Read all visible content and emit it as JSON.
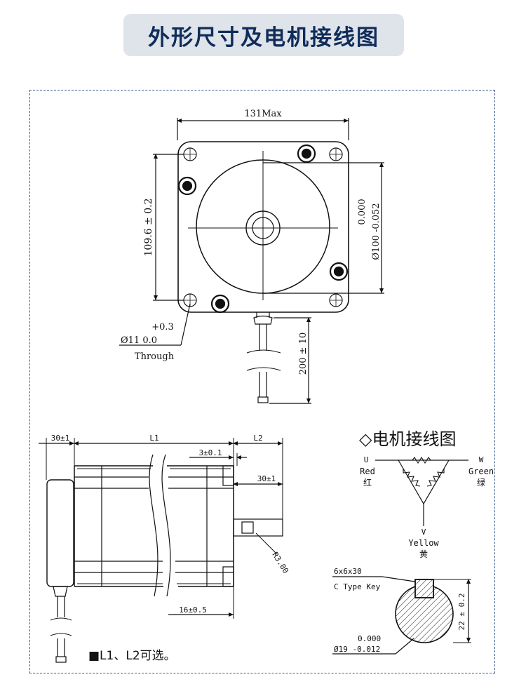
{
  "title": "外形尺寸及电机接线图",
  "front_view": {
    "width_label": "131Max",
    "height_label": "109.6 ± 0.2",
    "diameter_label": "Ø100 -0.052",
    "diameter_upper": "0.000",
    "hole_upper": "+0.3",
    "hole_label": "Ø11  0.0",
    "hole_through": "Through",
    "cable_label": "200 ± 10"
  },
  "side_view": {
    "dim_30": "30±1",
    "dim_L1": "L1",
    "dim_L2": "L2",
    "dim_3": "3±0.1",
    "dim_30b": "30±1",
    "dim_r3": "R3.00",
    "dim_16": "16±0.5"
  },
  "wiring": {
    "heading": "◇电机接线图",
    "u_label": "U",
    "u_color_en": "Red",
    "u_color_cn": "红",
    "w_label": "W",
    "w_color_en": "Green",
    "w_color_cn": "绿",
    "v_label": "V",
    "v_color_en": "Yellow",
    "v_color_cn": "黄"
  },
  "key": {
    "size": "6x6x30",
    "type": "C Type Key",
    "height_label": "22 ± 0.2",
    "diam_upper": "0.000",
    "diam_label": "Ø19 -0.012"
  },
  "note": "■L1、L2可选。"
}
